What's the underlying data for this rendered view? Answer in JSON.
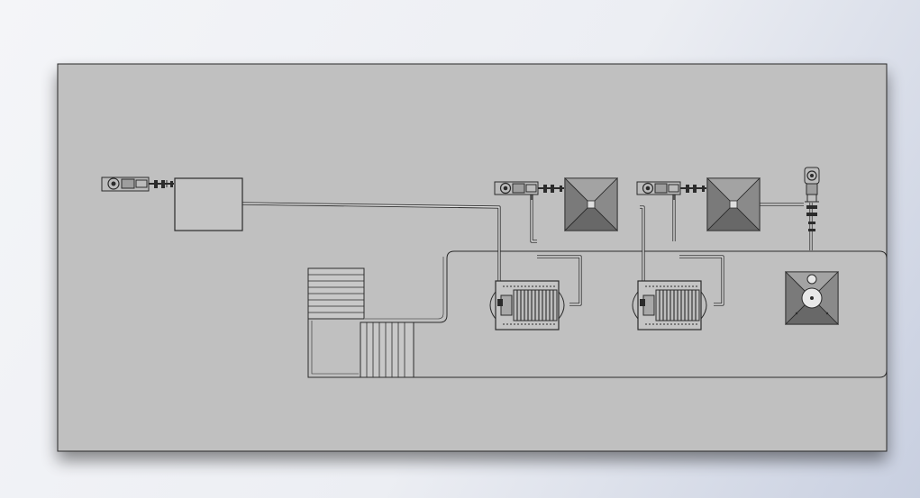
{
  "viewport": {
    "background_gradient": [
      "#f4f5f8",
      "#c8cfe0"
    ]
  },
  "drawing": {
    "sheet_color": "#c0c0c0",
    "line_color": "#2b2b2b",
    "pipe_color": "#e6e6e6",
    "hopper_face_light": "#9a9a9a",
    "hopper_face_dark": "#6e6e6e",
    "components": [
      {
        "id": "feed-pump-1",
        "type": "pump",
        "icon": "pump-icon"
      },
      {
        "id": "mixing-tank",
        "type": "tank",
        "icon": "tank-icon"
      },
      {
        "id": "feed-pump-2",
        "type": "pump",
        "icon": "pump-icon"
      },
      {
        "id": "hopper-1",
        "type": "hopper",
        "icon": "hopper-icon"
      },
      {
        "id": "feed-pump-3",
        "type": "pump",
        "icon": "pump-icon"
      },
      {
        "id": "hopper-2",
        "type": "hopper",
        "icon": "hopper-icon"
      },
      {
        "id": "vertical-pump",
        "type": "pump",
        "icon": "vertical-pump-icon"
      },
      {
        "id": "filter-press-1",
        "type": "filter-press",
        "icon": "filter-press-icon"
      },
      {
        "id": "filter-press-2",
        "type": "filter-press",
        "icon": "filter-press-icon"
      },
      {
        "id": "settling-cone",
        "type": "cone-tank",
        "icon": "cone-tank-icon"
      },
      {
        "id": "stairway",
        "type": "stairs",
        "icon": "stairs-icon"
      },
      {
        "id": "platform",
        "type": "platform",
        "icon": "platform-icon"
      }
    ]
  }
}
